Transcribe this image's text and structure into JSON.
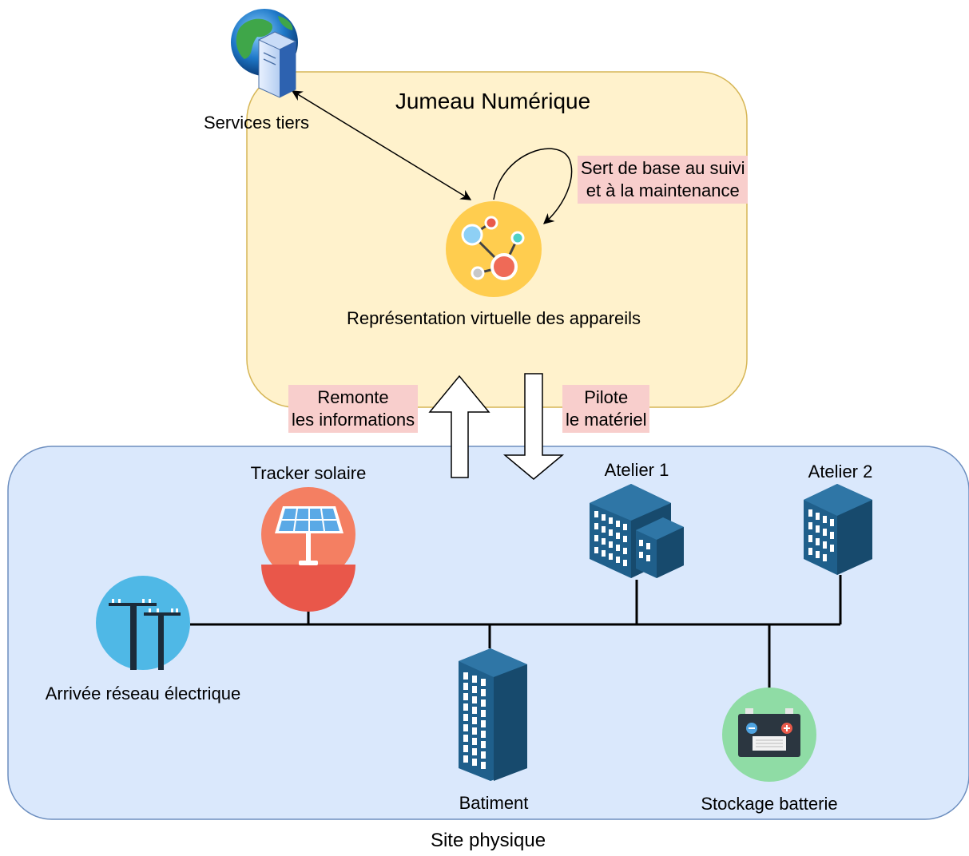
{
  "digital_twin": {
    "title": "Jumeau Numérique",
    "representation_label": "Représentation virtuelle des appareils",
    "self_loop_label_line1": "Sert de base au suivi",
    "self_loop_label_line2": "et à la maintenance"
  },
  "third_party": {
    "label": "Services tiers"
  },
  "flows": {
    "up_line1": "Remonte",
    "up_line2": "les informations",
    "down_line1": "Pilote",
    "down_line2": "le matériel"
  },
  "physical_site": {
    "caption": "Site physique",
    "solar_tracker": "Tracker solaire",
    "workshop_1": "Atelier 1",
    "workshop_2": "Atelier 2",
    "grid_input": "Arrivée réseau électrique",
    "building": "Batiment",
    "battery": "Stockage batterie"
  },
  "colors": {
    "twin_fill": "#fff2cc",
    "twin_stroke": "#d6b656",
    "site_fill": "#dae8fc",
    "site_stroke": "#6c8ebf",
    "label_highlight": "#f8cecc",
    "building_blue": "#1f5f8b",
    "solar_circle": "#f47f62",
    "grid_circle": "#4fb8e6",
    "battery_circle": "#8fdca5",
    "network_circle": "#ffcd4f"
  }
}
